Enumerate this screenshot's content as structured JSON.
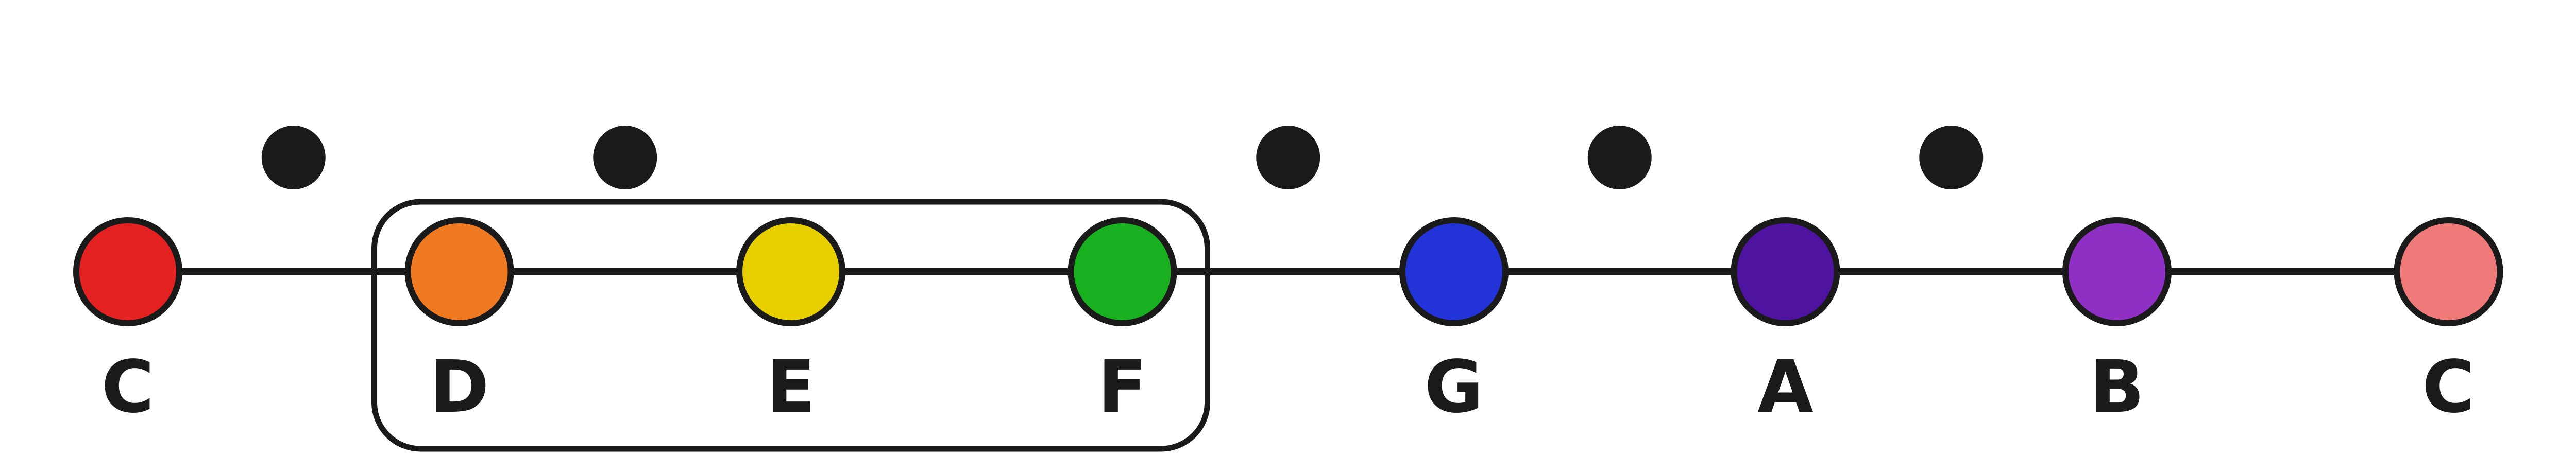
{
  "colors": {
    "line": "#1a1a1a",
    "outline": "#1a1a1a",
    "accidental": "#1a1a1a",
    "label": "#1a1a1a",
    "background": "#ffffff"
  },
  "notes": [
    {
      "label": "C",
      "color": "#e52222"
    },
    {
      "label": "D",
      "color": "#f07a22"
    },
    {
      "label": "E",
      "color": "#e8d000"
    },
    {
      "label": "F",
      "color": "#18b020"
    },
    {
      "label": "G",
      "color": "#2233d8"
    },
    {
      "label": "A",
      "color": "#4e14a0"
    },
    {
      "label": "B",
      "color": "#8e30c4"
    },
    {
      "label": "C",
      "color": "#f07a7a"
    }
  ],
  "accidentals": [
    {
      "between": [
        0,
        1
      ]
    },
    {
      "between": [
        1,
        2
      ]
    },
    {
      "between": [
        3,
        4
      ]
    },
    {
      "between": [
        4,
        5
      ]
    },
    {
      "between": [
        5,
        6
      ]
    }
  ],
  "highlight": {
    "from_note": 1,
    "to_note": 3
  }
}
